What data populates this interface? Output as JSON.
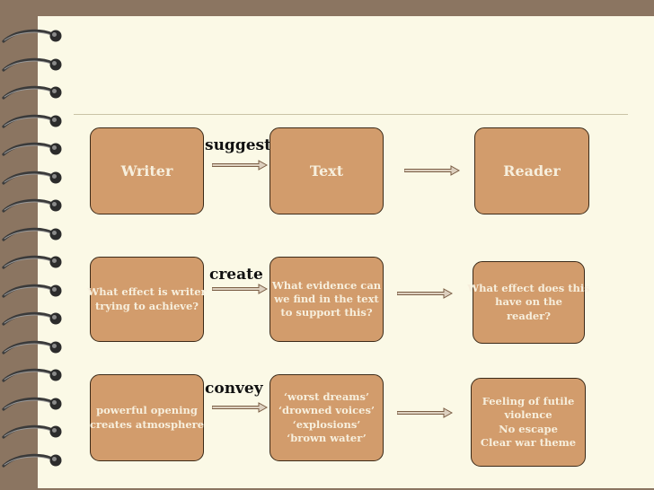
{
  "diagram": {
    "row1": {
      "writer": "Writer",
      "verb": "suggest",
      "text": "Text",
      "reader": "Reader"
    },
    "row2": {
      "writer": [
        "What effect is writer",
        "trying to achieve?"
      ],
      "verb": "create",
      "text": [
        "What evidence can",
        "we find in the text",
        "to support this?"
      ],
      "reader": [
        "What effect does this",
        "have on the",
        "reader?"
      ]
    },
    "row3": {
      "writer": [
        "powerful opening",
        "creates atmosphere"
      ],
      "verb": "convey",
      "text": [
        "‘worst dreams’",
        "‘drowned voices’",
        "‘explosions’",
        "‘brown water’"
      ],
      "reader": [
        "Feeling of futile",
        "violence",
        "No escape",
        "Clear war theme"
      ]
    }
  },
  "colors": {
    "box_fill": "#d29c6c",
    "box_text": "#f7efdd",
    "paper": "#fbf9e6",
    "background": "#8b7561"
  }
}
